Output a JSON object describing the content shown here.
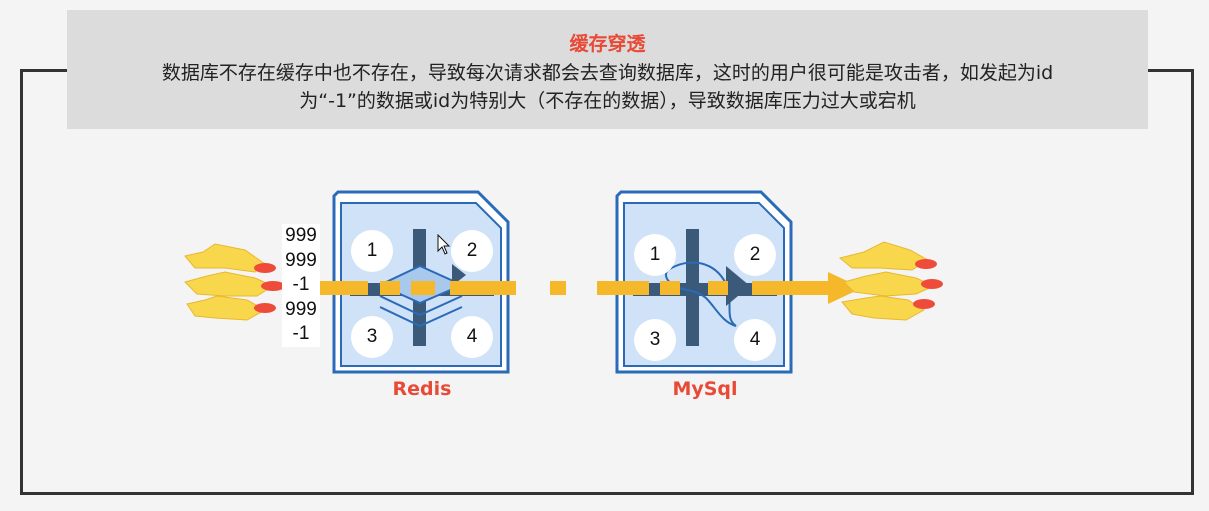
{
  "header": {
    "title": "缓存穿透",
    "description_line1": "数据库不存在缓存中也不存在，导致每次请求都会去查询数据库，这时的用户很可能是攻击者，如发起为id",
    "description_line2": "为“-1”的数据或id为特别大（不存在的数据），导致数据库压力过大或宕机"
  },
  "requests": [
    "999",
    "999",
    "-1",
    "999",
    "-1"
  ],
  "redis": {
    "label": "Redis",
    "quadrants": [
      "1",
      "2",
      "3",
      "4"
    ]
  },
  "mysql": {
    "label": "MySql",
    "quadrants": [
      "1",
      "2",
      "3",
      "4"
    ]
  },
  "colors": {
    "title_red": "#e84a36",
    "db_blue": "#2a6ab8",
    "db_fill": "#cfe2f7",
    "arrow_yellow": "#f5b82a",
    "flame_yellow": "#f9d74c",
    "flame_red": "#ee4b3b"
  },
  "icons": [
    "cursor-icon",
    "flame-icon",
    "redis-logo-icon",
    "mysql-dolphin-icon"
  ]
}
